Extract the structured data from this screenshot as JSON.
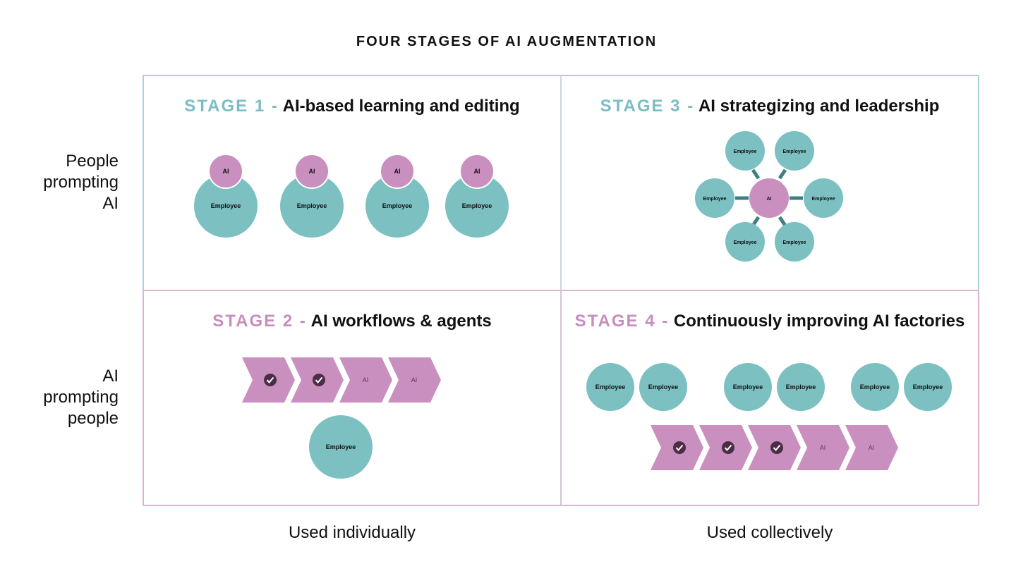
{
  "title": "FOUR STAGES OF AI AUGMENTATION",
  "rows": [
    {
      "label_lines": [
        "People",
        "prompting",
        "AI"
      ]
    },
    {
      "label_lines": [
        "AI",
        "prompting",
        "people"
      ]
    }
  ],
  "columns": [
    {
      "label": "Used individually"
    },
    {
      "label": "Used collectively"
    }
  ],
  "colors": {
    "teal": "#7cc0c2",
    "teal_dark": "#3e7f83",
    "teal_border": "#a6d3da",
    "pink": "#c98fbf",
    "pink_border": "#dcb2d2",
    "pink_text": "#c68ebd",
    "teal_text": "#7bbdc0",
    "check_dark": "#4c2d46"
  },
  "stages": {
    "s1": {
      "num": "STAGE 1 -",
      "name": "AI-based learning and editing",
      "employee": "Employee",
      "ai": "AI"
    },
    "s2": {
      "num": "STAGE 2 -",
      "name": "AI workflows & agents",
      "employee": "Employee",
      "ai": "AI"
    },
    "s3": {
      "num": "STAGE 3 -",
      "name": "AI strategizing and leadership",
      "employee": "Employee",
      "ai": "AI"
    },
    "s4": {
      "num": "STAGE 4 -",
      "name": "Continuously improving AI factories",
      "employee": "Employee",
      "ai": "AI"
    }
  }
}
